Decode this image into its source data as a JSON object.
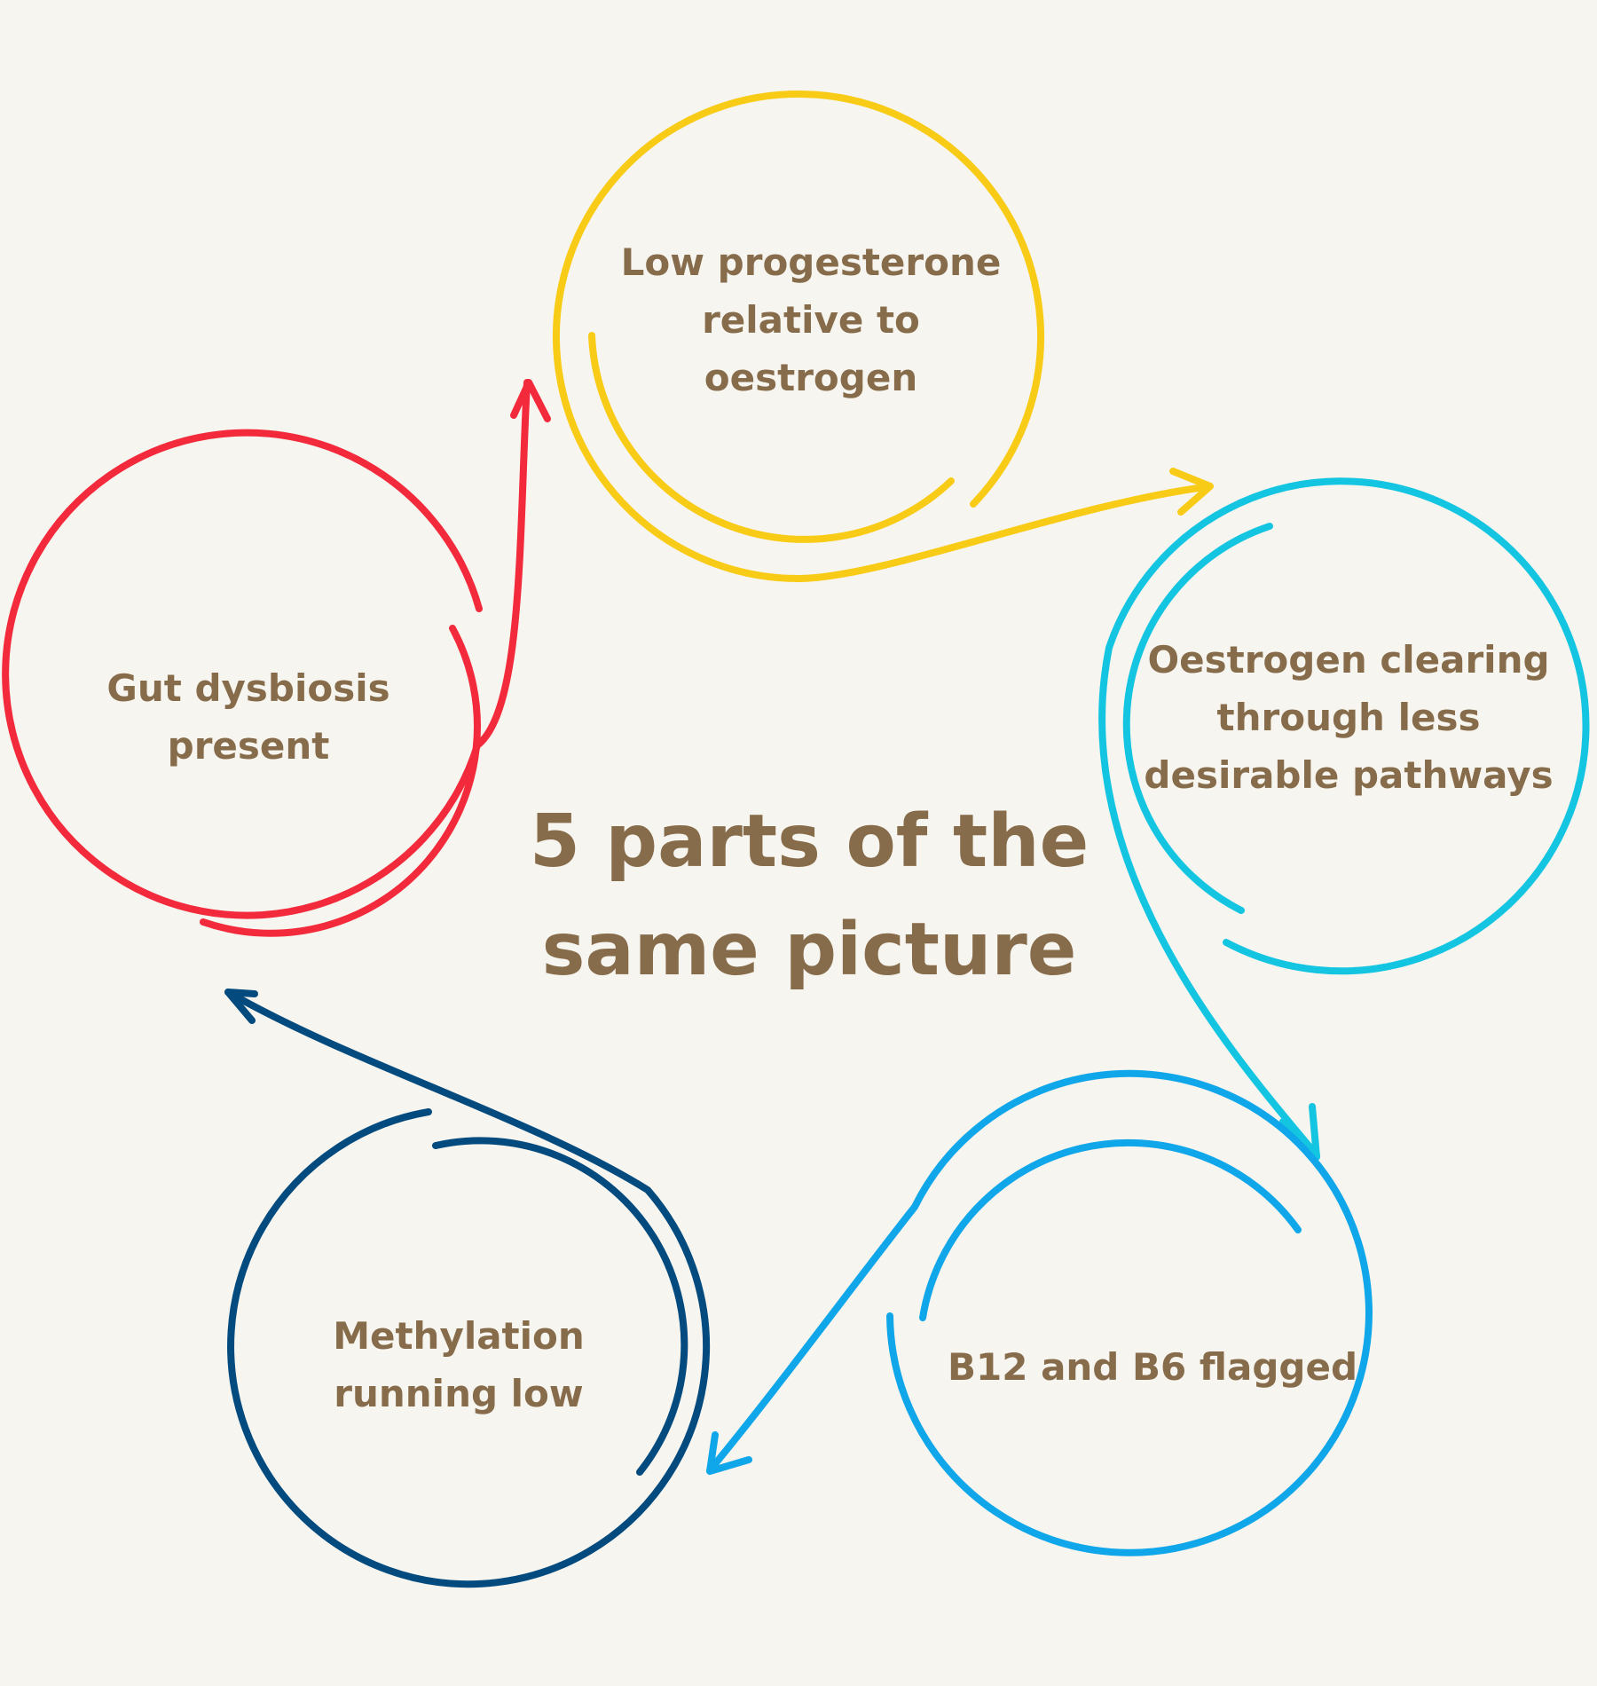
{
  "title": {
    "line1": "5 parts of the",
    "line2": "same picture"
  },
  "nodes": [
    {
      "id": "progesterone",
      "lines": [
        "Low progesterone",
        "relative to",
        "oestrogen"
      ],
      "color": "#f8cb17"
    },
    {
      "id": "oestrogen-clearing",
      "lines": [
        "Oestrogen clearing",
        "through less",
        "desirable pathways"
      ],
      "color": "#14c5e2"
    },
    {
      "id": "b12-b6",
      "lines": [
        "B12 and B6 flagged"
      ],
      "color": "#10a6ea"
    },
    {
      "id": "methylation",
      "lines": [
        "Methylation",
        "running low"
      ],
      "color": "#034a7e"
    },
    {
      "id": "gut-dysbiosis",
      "lines": [
        "Gut dysbiosis",
        "present"
      ],
      "color": "#f22a3b"
    }
  ],
  "colors": {
    "background": "#f7f5ef",
    "text": "#876c4b"
  }
}
